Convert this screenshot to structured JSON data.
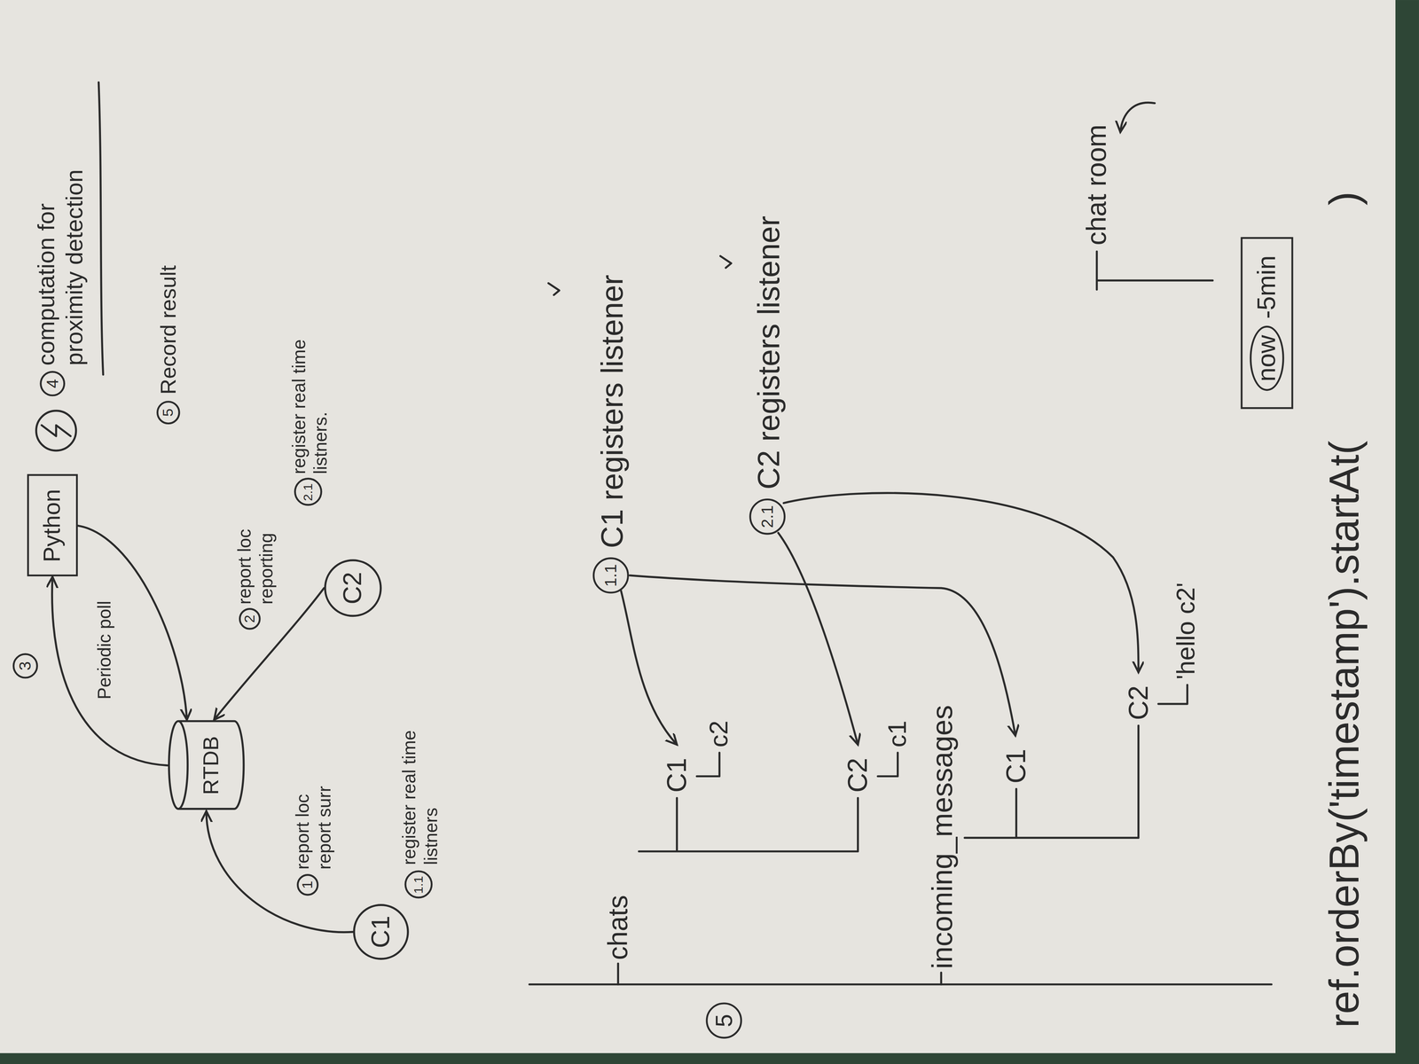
{
  "diagram": {
    "nodes": [
      {
        "text": [
          "C1"
        ]
      },
      {
        "text": [
          "RTDB"
        ]
      },
      {
        "text": [
          "Python"
        ]
      },
      {
        "text": [
          "C2"
        ]
      },
      {
        "text": [
          "now",
          "-5min"
        ]
      }
    ],
    "edges": [
      {
        "from": 0,
        "to": 1,
        "arrow": "to"
      },
      {
        "from": 3,
        "to": 1,
        "arrow": "to"
      },
      {
        "from": 1,
        "to": 2,
        "label": "Periodic poll",
        "arrow": "to"
      },
      {
        "from": 2,
        "to": 1,
        "arrow": "to"
      }
    ],
    "labels": [
      "3",
      "4",
      "computation for proximity detection",
      "5",
      "Record result",
      "1",
      "report loc report surr",
      "1.1",
      "register real time listners",
      "2",
      "report loc reporting",
      "2.1",
      "register real time listners.",
      "5",
      "chats",
      "C1",
      "c2",
      "C2",
      "c1",
      "incoming_messages",
      "C1",
      "C2",
      "'hello c2'",
      "1.1",
      "C1 registers listener",
      "2.1",
      "C2 registers listener",
      "chat room",
      "ref.orderBy('timestamp').startAt(",
      ")"
    ]
  }
}
